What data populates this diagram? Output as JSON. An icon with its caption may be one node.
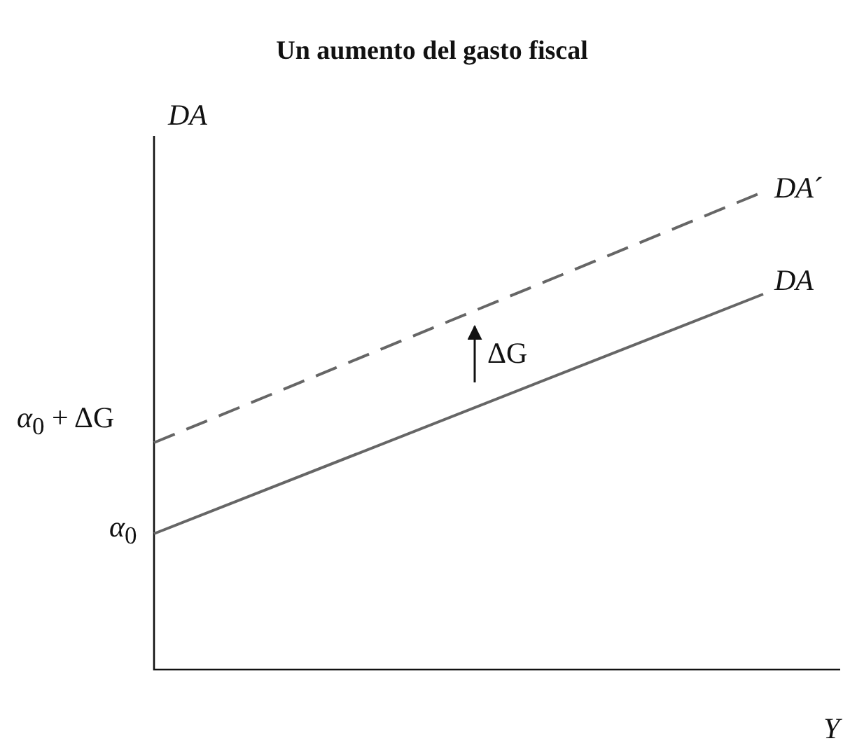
{
  "diagram": {
    "title": "Un aumento del gasto fiscal",
    "labels": [
      "*DA*",
      "*DA*´",
      "*DA*",
      "ΔG",
      "*α*$_{0}$ + ΔG",
      "*α*$_{0}$",
      "*Y*"
    ]
  }
}
